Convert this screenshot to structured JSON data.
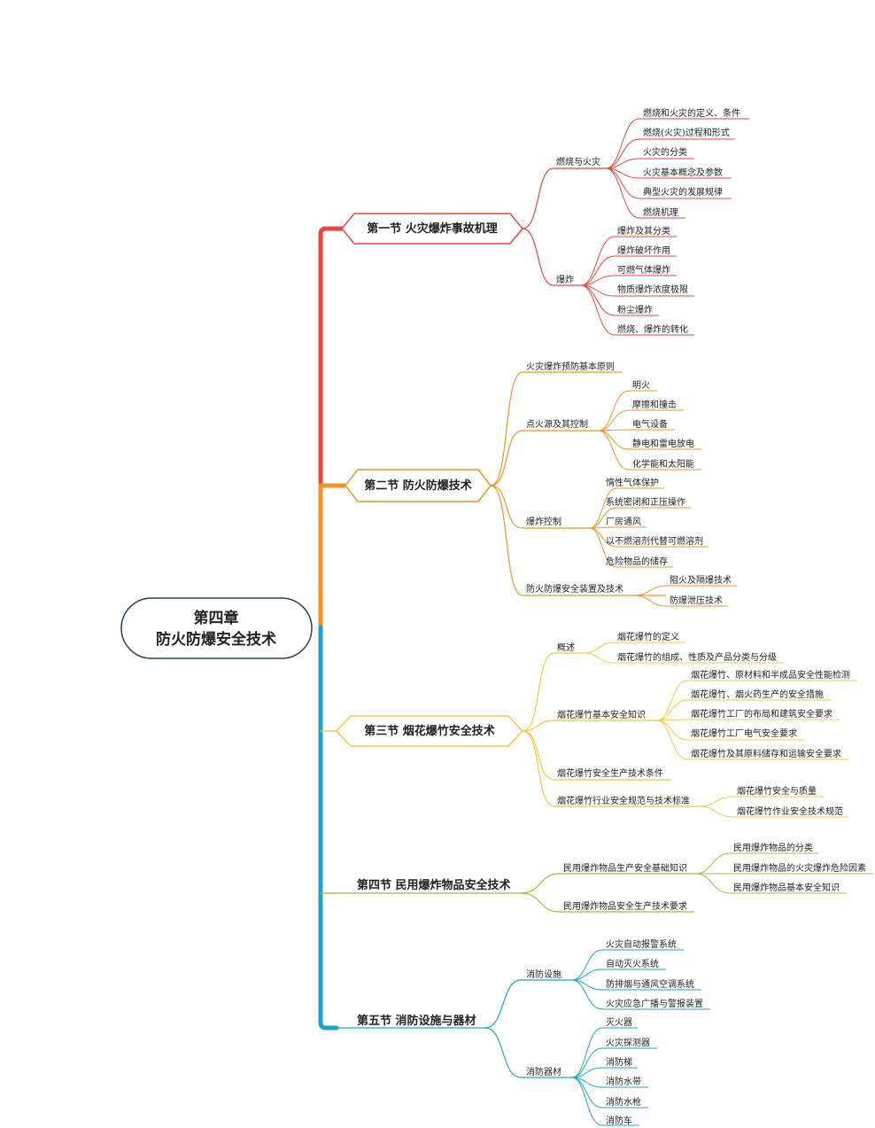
{
  "root": {
    "line1": "第四章",
    "line2": "防火防爆安全技术"
  },
  "sections": [
    {
      "title": "第一节 火灾爆炸事故机理",
      "color": "#e8453c",
      "children": [
        {
          "label": "燃烧与火灾",
          "children": [
            "燃烧和火灾的定义、条件",
            "燃烧(火灾)过程和形式",
            "火灾的分类",
            "火灾基本概念及参数",
            "典型火灾的发展规律",
            "燃烧机理"
          ]
        },
        {
          "label": "爆炸",
          "children": [
            "爆炸及其分类",
            "爆炸破坏作用",
            "可燃气体爆炸",
            "物质爆炸浓度极限",
            "粉尘爆炸",
            "燃烧、爆炸的转化"
          ]
        }
      ]
    },
    {
      "title": "第二节 防火防爆技术",
      "color": "#f0932b",
      "children": [
        {
          "label": "火灾爆炸预防基本原则",
          "children": []
        },
        {
          "label": "点火源及其控制",
          "children": [
            "明火",
            "摩擦和撞击",
            "电气设备",
            "静电和雷电放电",
            "化学能和太阳能"
          ]
        },
        {
          "label": "爆炸控制",
          "children": [
            "惰性气体保护",
            "系统密闭和正压操作",
            "厂房通风",
            "以不燃溶剂代替可燃溶剂",
            "危险物品的储存"
          ]
        },
        {
          "label": "防火防爆安全装置及技术",
          "children": [
            "阻火及隔爆技术",
            "防爆泄压技术"
          ]
        }
      ]
    },
    {
      "title": "第三节 烟花爆竹安全技术",
      "color": "#f5c842",
      "children": [
        {
          "label": "概述",
          "children": [
            "烟花爆竹的定义",
            "烟花爆竹的组成、性质及产品分类与分级"
          ]
        },
        {
          "label": "烟花爆竹基本安全知识",
          "children": [
            "烟花爆竹、原材料和半成品安全性能检测",
            "烟花爆竹、烟火药生产的安全措施",
            "烟花爆竹工厂的布局和建筑安全要求",
            "烟花爆竹工厂电气安全要求",
            "烟花爆竹及其原料储存和运输安全要求"
          ]
        },
        {
          "label": "烟花爆竹安全生产技术条件",
          "children": []
        },
        {
          "label": "烟花爆竹行业安全规范与技术标准",
          "children": [
            "烟花爆竹安全与质量",
            "烟花爆竹作业安全技术规范"
          ]
        }
      ]
    },
    {
      "title": "第四节 民用爆炸物品安全技术",
      "color": "#a8b84a",
      "children": [
        {
          "label": "民用爆炸物品生产安全基础知识",
          "children": [
            "民用爆炸物品的分类",
            "民用爆炸物品的火灾爆炸危险因素",
            "民用爆炸物品基本安全知识"
          ]
        },
        {
          "label": "民用爆炸物品安全生产技术要求",
          "children": []
        }
      ]
    },
    {
      "title": "第五节 消防设施与器材",
      "color": "#1fa3c4",
      "children": [
        {
          "label": "消防设施",
          "children": [
            "火灾自动报警系统",
            "自动灭火系统",
            "防排烟与通风空调系统",
            "火灾应急广播与警报装置"
          ]
        },
        {
          "label": "消防器材",
          "children": [
            "灭火器",
            "火灾探测器",
            "消防梯",
            "消防水带",
            "消防水枪",
            "消防车"
          ]
        }
      ]
    }
  ]
}
